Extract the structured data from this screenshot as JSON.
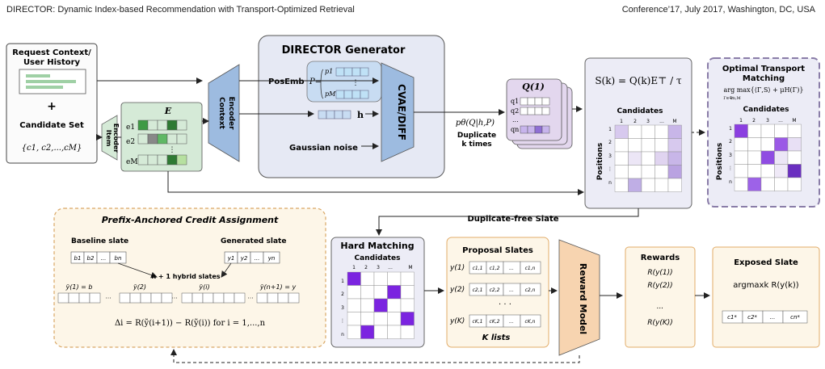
{
  "header": {
    "left": "DIRECTOR: Dynamic Index-based Recommendation with Transport-Optimized Retrieval",
    "right": "Conference’17, July 2017, Washington, DC, USA"
  },
  "input": {
    "title1": "Request Context/",
    "title2": "User History",
    "plus": "+",
    "candidate_set": "Candidate Set",
    "candidate_formula": "{c1, c2,...,cM}"
  },
  "item_encoder": {
    "line1": "Item",
    "line2": "Encoder"
  },
  "embedding": {
    "label": "E",
    "rows": [
      "e1",
      "e2",
      "eM"
    ]
  },
  "context_encoder": {
    "line1": "Context",
    "line2": "Encoder"
  },
  "generator": {
    "title": "DIRECTOR Generator",
    "posemb": "PosEmb",
    "p_eq": "P=",
    "p1": "p1",
    "pM": "pM",
    "h": "h",
    "noise": "Gaussian noise",
    "cvae": "CVAE/DIFF"
  },
  "sampling": {
    "formula": "pθ(Q|h,P)",
    "dup1": "Duplicate",
    "dup2": "k times"
  },
  "queries": {
    "label": "Q(1)",
    "rows": [
      "q1",
      "q2",
      "...",
      "qn"
    ]
  },
  "score": {
    "formula": "S(k) = Q(k)E⊤ / τ",
    "candidates": "Candidates",
    "positions": "Positions",
    "col_labels": [
      "1",
      "2",
      "3",
      "...",
      "M"
    ],
    "row_labels": [
      "1",
      "2",
      "3",
      "⋮",
      "n"
    ]
  },
  "ot": {
    "title1": "Optimal Transport",
    "title2": "Matching",
    "formula": "arg max{⟨Γ,S⟩ + μH(Γ)}",
    "formula_sub": "Γ∈𝒰n,M",
    "candidates": "Candidates",
    "positions": "Positions",
    "col_labels": [
      "1",
      "2",
      "3",
      "...",
      "M"
    ],
    "row_labels": [
      "1",
      "2",
      "3",
      "⋮",
      "n"
    ]
  },
  "dup_free": "Duplicate-free Slate",
  "prefix": {
    "title": "Prefix-Anchored Credit Assignment",
    "baseline": "Baseline slate",
    "generated": "Generated slate",
    "baseline_cells": [
      "b1",
      "b2",
      "...",
      "bn"
    ],
    "generated_cells": [
      "y1",
      "y2",
      "...",
      "yn"
    ],
    "hybrid": "n + 1 hybrid slates",
    "y1_label": "ỹ(1) = b",
    "y2_label": "ỹ(2)",
    "yi_label": "ỹ(i)",
    "yn_label": "ỹ(n+1) = y",
    "delta": "Δi = R(ỹ(i+1)) − R(ỹ(i))    for i = 1,...,n"
  },
  "hard": {
    "title": "Hard Matching",
    "candidates": "Candidates",
    "col_labels": [
      "1",
      "2",
      "3",
      "...",
      "M"
    ],
    "row_labels": [
      "1",
      "2",
      "3",
      "⋮",
      "n"
    ]
  },
  "proposal": {
    "title": "Proposal Slates",
    "rows": [
      {
        "label": "y(1)",
        "cells": [
          "c1,1",
          "c1,2",
          "...",
          "c1,n"
        ]
      },
      {
        "label": "y(2)",
        "cells": [
          "c2,1",
          "c2,2",
          "...",
          "c2,n"
        ]
      },
      {
        "label": "y(K)",
        "cells": [
          "cK,1",
          "cK,2",
          "...",
          "cK,n"
        ]
      }
    ],
    "dots": "· · ·",
    "footer": "K lists"
  },
  "reward_model": "Reward Model",
  "rewards": {
    "title": "Rewards",
    "items": [
      "R(y(1))",
      "R(y(2))",
      "...",
      "R(y(K))"
    ]
  },
  "exposed": {
    "title": "Exposed Slate",
    "formula": "argmaxk R(y(k))",
    "cells": [
      "c1*",
      "c2*",
      "...",
      "cn*"
    ]
  },
  "colors": {
    "green": "#d5ead7",
    "blue": "#9dbbe0",
    "lavender": "#e6e6f7",
    "purple": "#7b24e0",
    "peach": "#f7d4b0",
    "cream": "#fdf6e8",
    "orange_border": "#e2ac69"
  }
}
